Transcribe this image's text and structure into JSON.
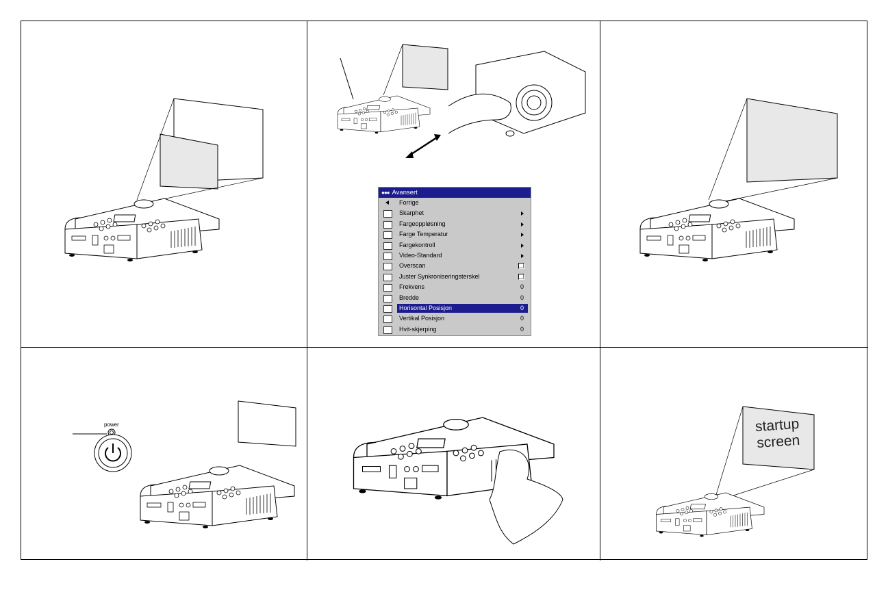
{
  "menu": {
    "title": "Avansert",
    "items": [
      {
        "label": "Forrige",
        "icon": "back-arrow-icon",
        "control": "none",
        "value": ""
      },
      {
        "label": "Skarphet",
        "icon": "brush-icon",
        "control": "submenu",
        "value": ""
      },
      {
        "label": "Fargeoppløsning",
        "icon": "color-dots-icon",
        "control": "submenu",
        "value": ""
      },
      {
        "label": "Farge Temperatur",
        "icon": "thermometer-icon",
        "control": "submenu",
        "value": ""
      },
      {
        "label": "Fargekontroll",
        "icon": "color-bars-icon",
        "control": "submenu",
        "value": ""
      },
      {
        "label": "Video-Standard",
        "icon": "video-standard-icon",
        "control": "submenu",
        "value": ""
      },
      {
        "label": "Overscan",
        "icon": "overscan-icon",
        "control": "checkbox",
        "value": ""
      },
      {
        "label": "Juster Synkroniseringsterskel",
        "icon": "sync-icon",
        "control": "checkbox",
        "value": ""
      },
      {
        "label": "Frekvens",
        "icon": "frequency-icon",
        "control": "value",
        "value": "0"
      },
      {
        "label": "Bredde",
        "icon": "width-icon",
        "control": "value",
        "value": "0"
      },
      {
        "label": "Horisontal Posisjon",
        "icon": "horizontal-position-icon",
        "control": "value",
        "value": "0",
        "selected": true
      },
      {
        "label": "Vertikal Posisjon",
        "icon": "vertical-position-icon",
        "control": "value",
        "value": "0"
      },
      {
        "label": "Hvit-skjerping",
        "icon": "white-peaking-icon",
        "control": "value",
        "value": "0"
      }
    ]
  },
  "power_label": "power",
  "startup_screen_text": "startup screen",
  "colors": {
    "menu_header": "#1c1c8e",
    "menu_bg": "#c9c9c9",
    "screen_fill": "#e8e8e8"
  }
}
